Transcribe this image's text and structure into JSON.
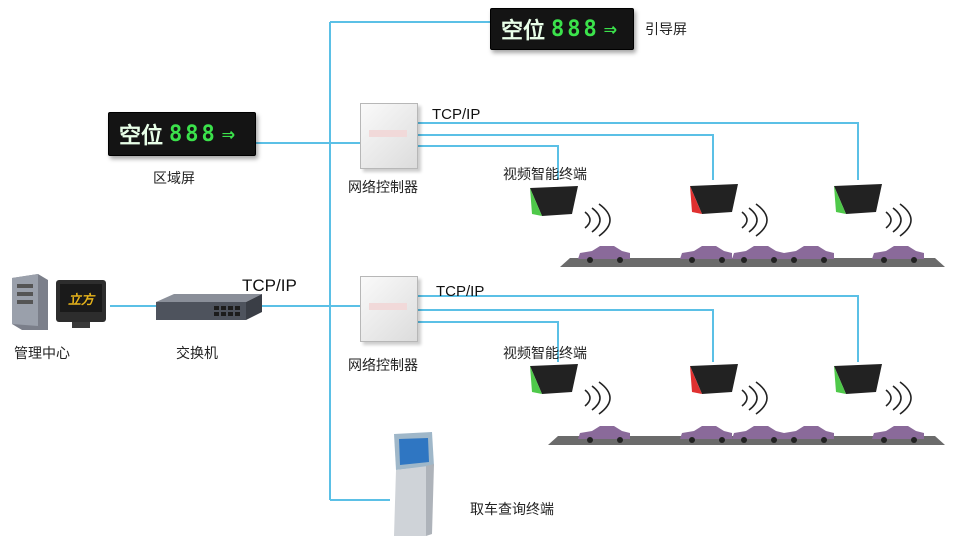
{
  "labels": {
    "guide_screen": "引导屏",
    "area_screen": "区域屏",
    "net_controller_1": "网络控制器",
    "net_controller_2": "网络控制器",
    "video_terminal_1": "视频智能终端",
    "video_terminal_2": "视频智能终端",
    "management_center": "管理中心",
    "switch": "交换机",
    "kiosk": "取车查询终端",
    "tcpip_main": "TCP/IP",
    "tcpip_row1": "TCP/IP",
    "tcpip_row2": "TCP/IP"
  },
  "signs": {
    "guide": {
      "text": "空位",
      "digits": "888",
      "arrow": "⇒"
    },
    "area": {
      "text": "空位",
      "digits": "888",
      "arrow": "⇒"
    }
  },
  "monitor_logo": "立方",
  "colors": {
    "wire": "#5bc0e6",
    "led_green": "#3be24b",
    "sensor_green": "#4fc94a",
    "sensor_red": "#e03030",
    "car": "#8a6a9a",
    "floor": "#6b6b6b"
  },
  "icons": [
    "led-sign-icon",
    "controller-box-icon",
    "sensor-icon",
    "car-icon",
    "server-icon",
    "monitor-icon",
    "switch-icon",
    "kiosk-icon",
    "wireless-signal-icon"
  ]
}
